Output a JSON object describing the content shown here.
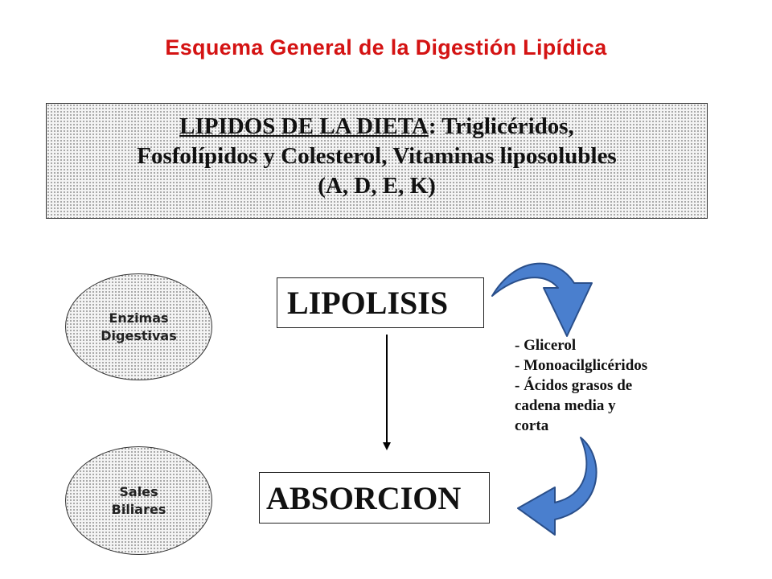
{
  "title": "Esquema General de la Digestión Lipídica",
  "lipids_box": {
    "heading": "LIPIDOS DE LA DIETA",
    "line1_rest": ": Triglicéridos,",
    "line2": "Fosfolípidos y Colesterol, Vitaminas liposolubles",
    "line3": "(A, D, E, K)"
  },
  "enzymes": {
    "line1": "Enzimas",
    "line2": "Digestivas"
  },
  "salts": {
    "line1": "Sales",
    "line2": "Biliares"
  },
  "lipolisis": "LIPOLISIS",
  "absorcion": "ABSORCION",
  "products": {
    "line1": "- Glicerol",
    "line2": "- Monoacilglicéridos",
    "line3": "- Ácidos grasos de",
    "line4": "cadena media y",
    "line5": "corta"
  },
  "colors": {
    "title": "#d41313",
    "curved_arrow_fill": "#4a7fce",
    "curved_arrow_stroke": "#2a4f8a"
  }
}
